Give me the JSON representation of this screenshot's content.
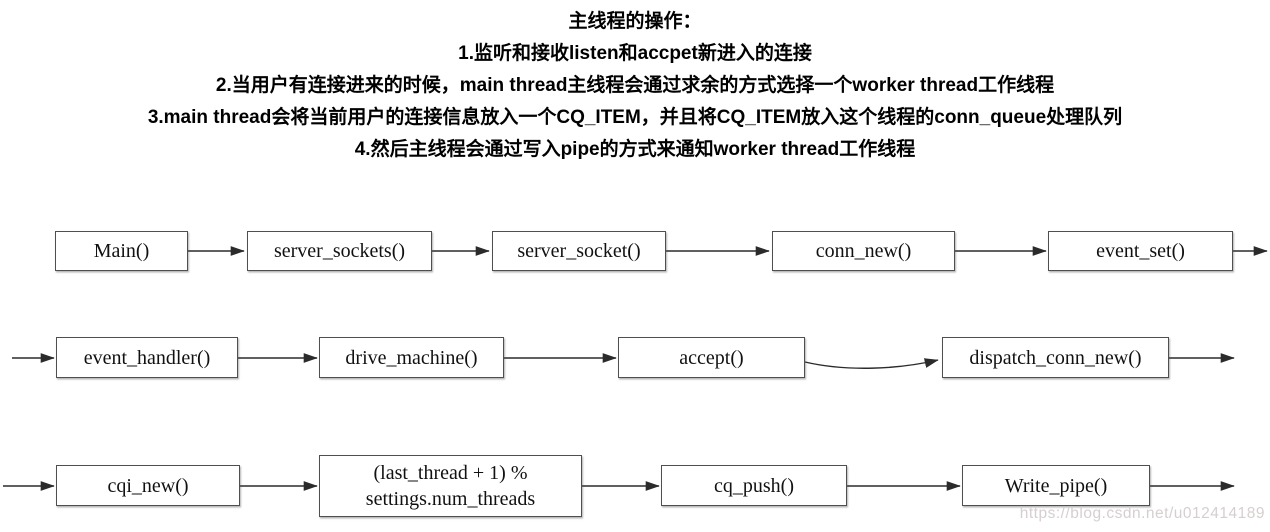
{
  "header": {
    "title": "主线程的操作：",
    "steps": [
      "1.监听和接收listen和accpet新进入的连接",
      "2.当用户有连接进来的时候，main thread主线程会通过求余的方式选择一个worker thread工作线程",
      "3.main thread会将当前用户的连接信息放入一个CQ_ITEM，并且将CQ_ITEM放入这个线程的conn_queue处理队列",
      "4.然后主线程会通过写入pipe的方式来通知worker thread工作线程"
    ]
  },
  "flowchart": {
    "rows": [
      [
        "Main()",
        "server_sockets()",
        "server_socket()",
        "conn_new()",
        "event_set()"
      ],
      [
        "event_handler()",
        "drive_machine()",
        "accept()",
        "dispatch_conn_new()"
      ],
      [
        "cqi_new()",
        "(last_thread + 1) %\nsettings.num_threads",
        "cq_push()",
        "Write_pipe()"
      ]
    ]
  },
  "watermark": {
    "text": "https://blog.csdn.net/u012414189",
    "color": "#d6cfcf"
  },
  "colors": {
    "box_border": "#4f4f4f",
    "arrow": "#2b2b2b",
    "text": "#000000",
    "background": "#ffffff"
  }
}
